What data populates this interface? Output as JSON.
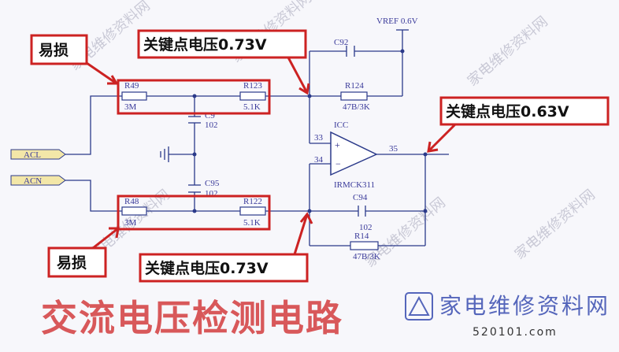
{
  "callouts": {
    "fragile_top": "易损",
    "fragile_bottom": "易损",
    "key_top": "关键点电压0.73V",
    "key_bottom": "关键点电压0.73V",
    "key_right": "关键点电压0.63V"
  },
  "title": "交流电压检测电路",
  "brand": {
    "name": "家电维修资料网",
    "site": "520101.com"
  },
  "watermark": "家电维修资料网",
  "components": {
    "vref": "VREF 0.6V",
    "c92": "C92",
    "r49": "R49",
    "r49_val": "3M",
    "r123": "R123",
    "r123_val": "5.1K",
    "r124": "R124",
    "r124_val": "47B/3K",
    "c_top": "C9",
    "c_top_val": "102",
    "icc": "ICC",
    "pin33": "33",
    "pin34": "34",
    "pin35": "35",
    "ic_name": "IRMCK311",
    "c94": "C94",
    "c94_val": "102",
    "c95": "C95",
    "c95_val": "102",
    "r48": "R48",
    "r48_val": "3M",
    "r122": "R122",
    "r122_val": "5.1K",
    "r14": "R14",
    "r14_val": "47B/3K",
    "acl": "ACL",
    "acn": "ACN",
    "plus": "+",
    "minus": "−"
  },
  "colors": {
    "wire": "#2b3a8a",
    "highlight": "#cc2222",
    "title": "#d8585a",
    "brand": "#5566bb"
  }
}
